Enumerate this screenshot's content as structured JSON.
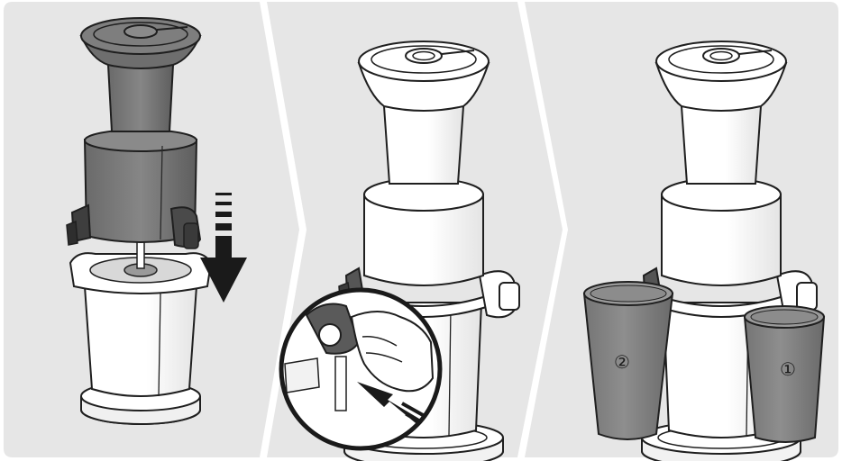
{
  "colors": {
    "panel_bg": "#e6e6e6",
    "dark_part": "#7a7a7a",
    "dark_part_shade": "#5c5c5c",
    "light_part": "#ffffff",
    "outline": "#1f1f1f",
    "arrow": "#1a1a1a",
    "cup": "#858585",
    "cup_shade": "#6e6e6e"
  },
  "steps": [
    {
      "id": "step-1",
      "icons": [
        "juicer-assembly-icon",
        "downward-arrow-icon"
      ]
    },
    {
      "id": "step-2",
      "icons": [
        "juicer-assembled-icon",
        "magnifier-inset-icon",
        "pointing-hand-icon"
      ]
    },
    {
      "id": "step-3",
      "icons": [
        "juicer-assembled-icon",
        "pulp-cup-icon",
        "juice-cup-icon"
      ]
    }
  ],
  "cups": {
    "pulp_cup_label": "②",
    "juice_cup_label": "①"
  }
}
